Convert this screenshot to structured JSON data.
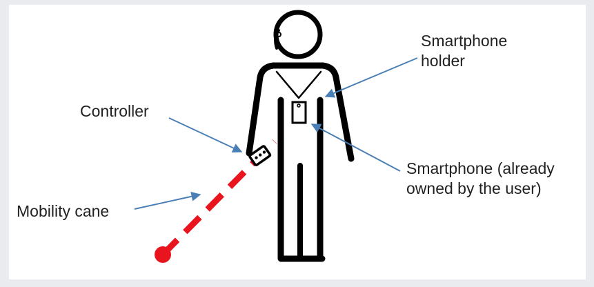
{
  "labels": {
    "smartphone_holder": [
      "Smartphone",
      "holder"
    ],
    "controller": "Controller",
    "smartphone": [
      "Smartphone (already",
      "owned by the user)"
    ],
    "mobility_cane": "Mobility cane"
  },
  "colors": {
    "figure": "#000000",
    "arrow": "#4a7fb5",
    "cane": "#e8141e",
    "background": "#e9ebee",
    "panel": "#ffffff"
  },
  "icons": {
    "person": "person-icon",
    "smartphone": "smartphone-icon",
    "controller": "controller-icon",
    "earpiece": "earpiece-icon"
  }
}
